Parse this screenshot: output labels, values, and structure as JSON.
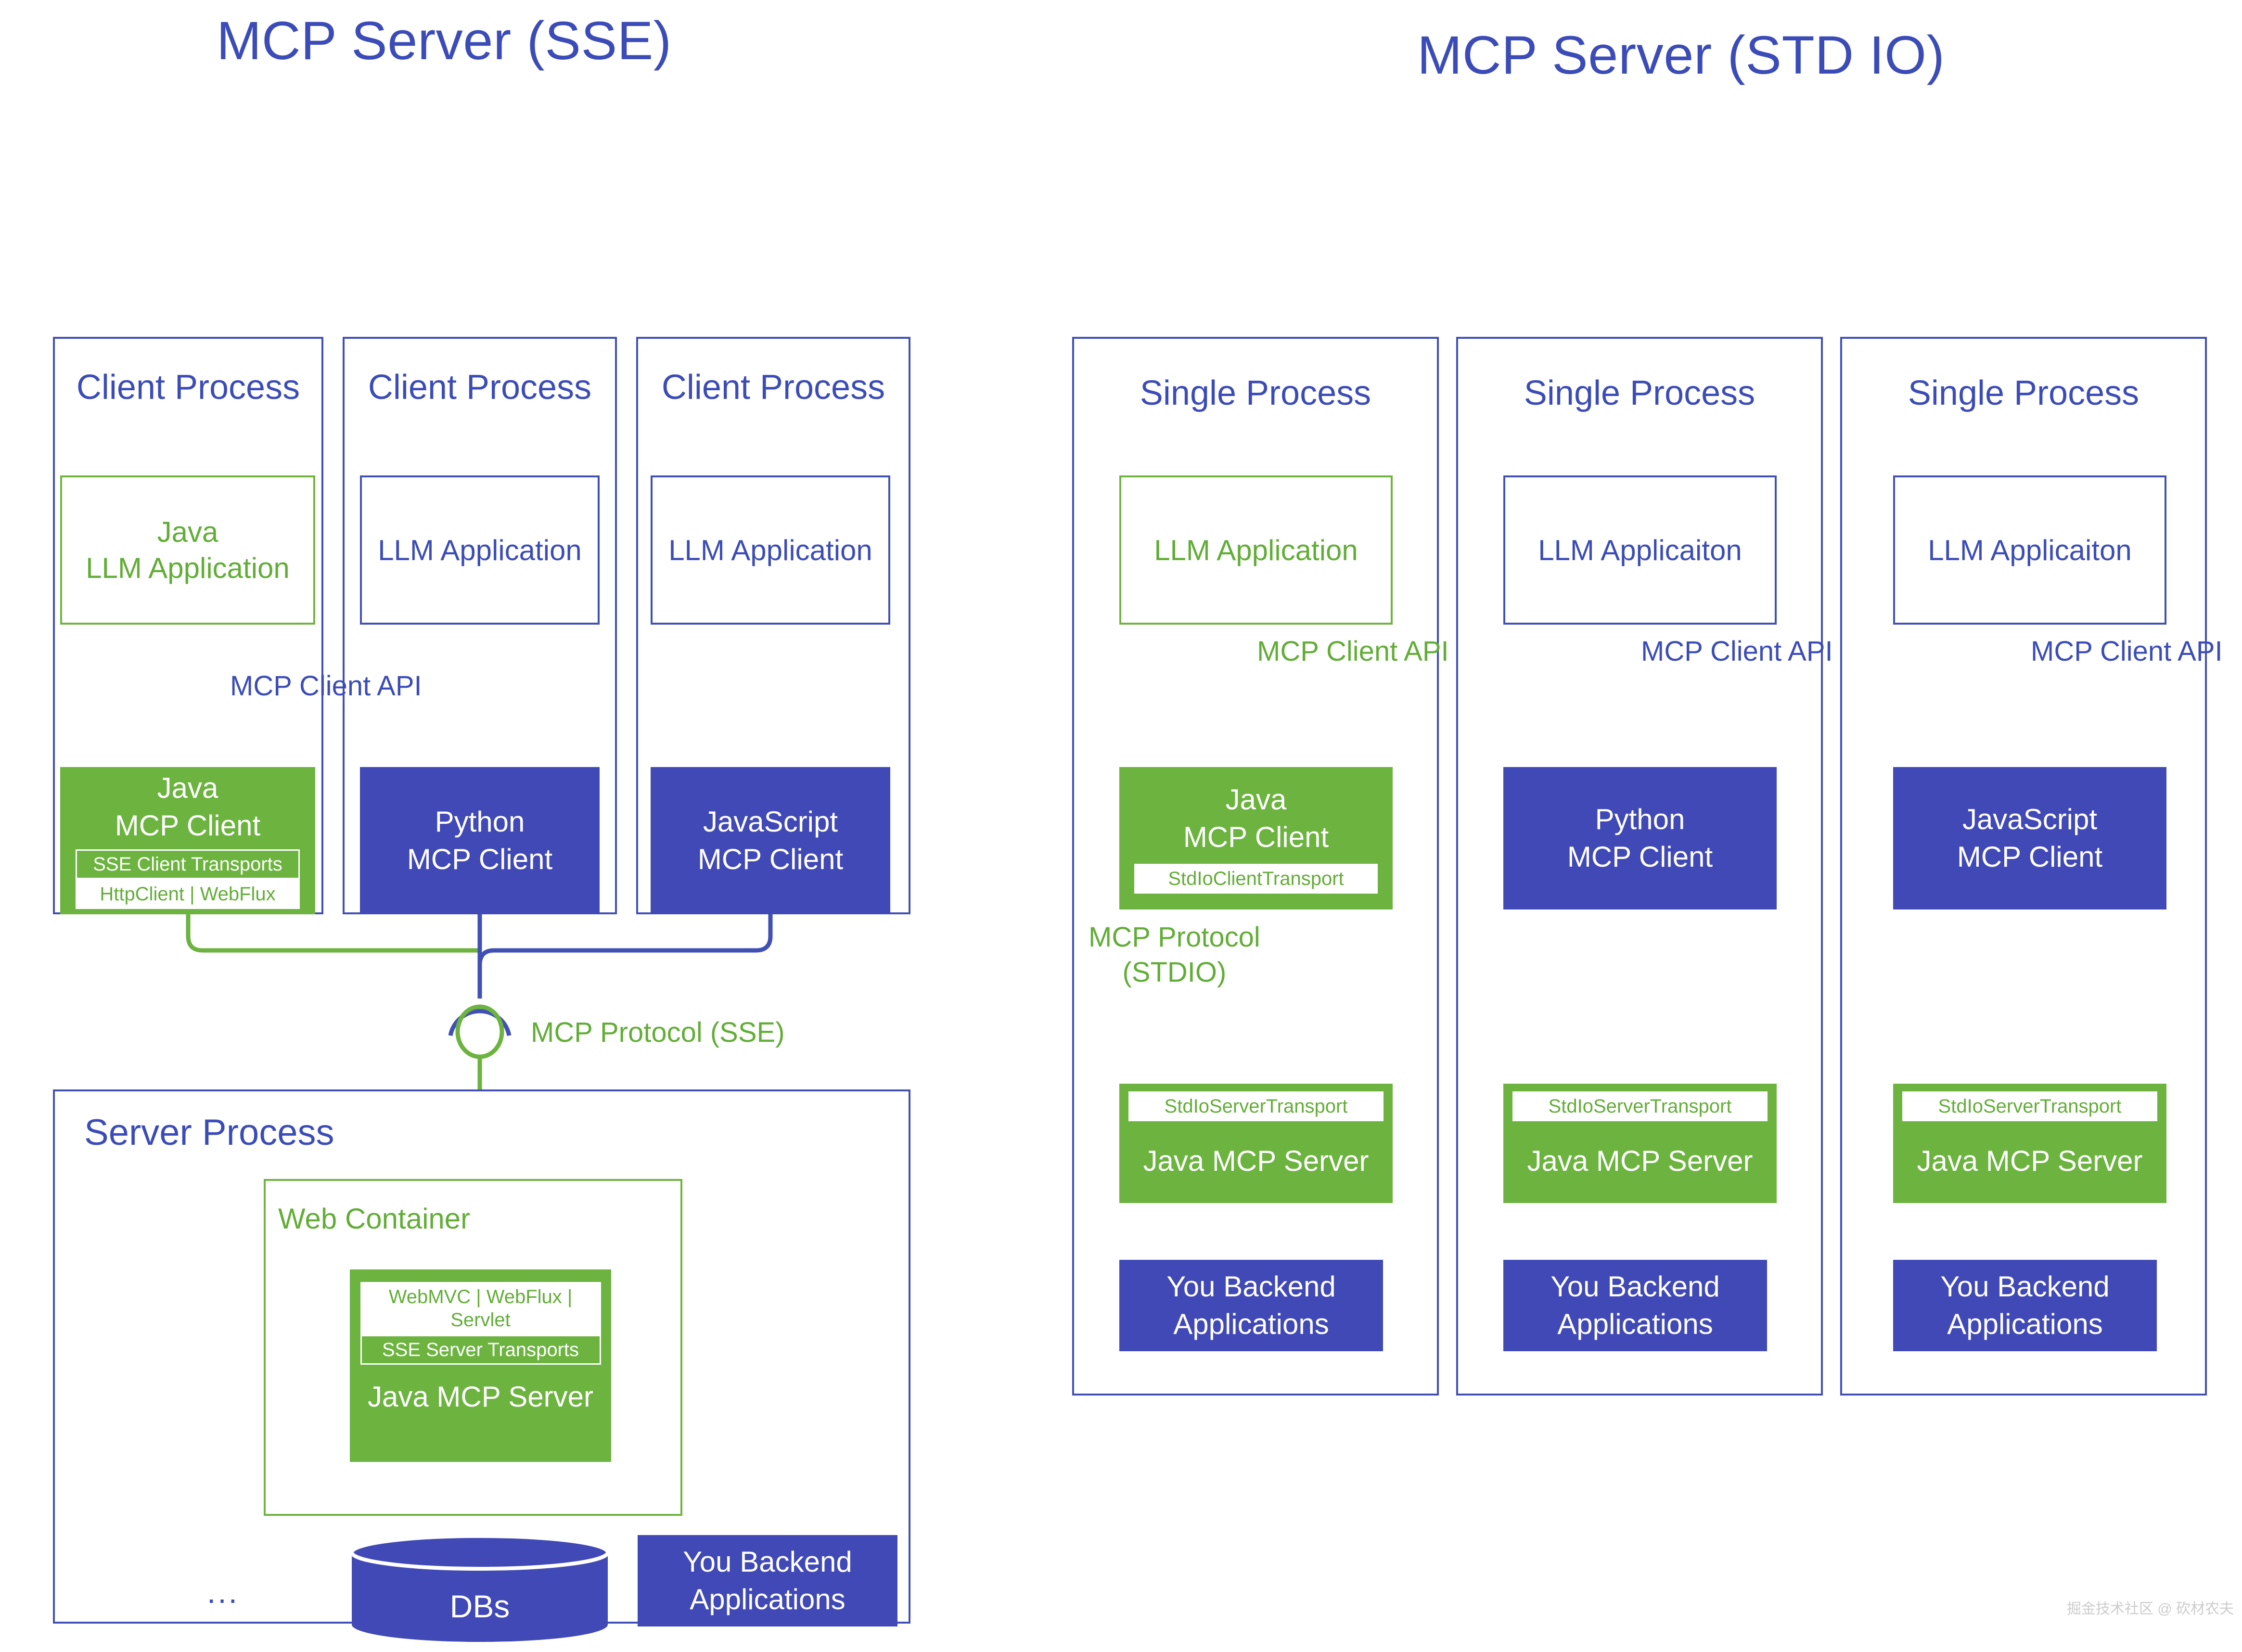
{
  "diagram": {
    "panels": [
      {
        "title": "MCP Server (SSE)",
        "processes": [
          {
            "label": "Client Process",
            "app": {
              "lines": [
                "Java",
                "LLM Application"
              ],
              "style": "green-outline"
            },
            "client": {
              "lines": [
                "Java",
                "MCP Client"
              ],
              "style": "green-fill",
              "strip_green": "SSE Client Transports",
              "strip_white": "HttpClient | WebFlux"
            }
          },
          {
            "label": "Client Process",
            "app": {
              "lines": [
                "LLM Application"
              ],
              "style": "blue-outline"
            },
            "client": {
              "lines": [
                "Python",
                "MCP Client"
              ],
              "style": "blue-fill"
            }
          },
          {
            "label": "Client Process",
            "app": {
              "lines": [
                "LLM Application"
              ],
              "style": "blue-outline"
            },
            "client": {
              "lines": [
                "JavaScript",
                "MCP Client"
              ],
              "style": "blue-fill"
            }
          }
        ],
        "client_api_label": "MCP Client API",
        "protocol_label": "MCP Protocol (SSE)",
        "server_process": {
          "label": "Server Process",
          "web_container_label": "Web Container",
          "server_box": {
            "strip_white": "WebMVC | WebFlux | Servlet",
            "strip_green": "SSE Server Transports",
            "title": "Java MCP Server"
          },
          "db_label": "DBs",
          "backend_lines": [
            "You Backend",
            "Applications"
          ],
          "ellipsis": "..."
        }
      },
      {
        "title": "MCP Server (STD IO)",
        "processes": [
          {
            "label": "Single Process",
            "app": {
              "lines": [
                "LLM Application"
              ],
              "style": "green-outline"
            },
            "client": {
              "lines": [
                "Java",
                "MCP Client"
              ],
              "style": "green-fill",
              "strip_white": "StdIoClientTransport"
            },
            "client_api_label": "MCP Client API",
            "protocol_label_lines": [
              "MCP Protocol",
              "(STDIO)"
            ],
            "server": {
              "strip_white": "StdIoServerTransport",
              "title": "Java MCP Server"
            },
            "backend_lines": [
              "You Backend",
              "Applications"
            ]
          },
          {
            "label": "Single Process",
            "app": {
              "lines": [
                "LLM Applicaiton"
              ],
              "style": "blue-outline"
            },
            "client": {
              "lines": [
                "Python",
                "MCP Client"
              ],
              "style": "blue-fill"
            },
            "client_api_label": "MCP Client API",
            "server": {
              "strip_white": "StdIoServerTransport",
              "title": "Java MCP Server"
            },
            "backend_lines": [
              "You Backend",
              "Applications"
            ]
          },
          {
            "label": "Single Process",
            "app": {
              "lines": [
                "LLM Applicaiton"
              ],
              "style": "blue-outline"
            },
            "client": {
              "lines": [
                "JavaScript",
                "MCP Client"
              ],
              "style": "blue-fill"
            },
            "client_api_label": "MCP Client API",
            "server": {
              "strip_white": "StdIoServerTransport",
              "title": "Java MCP Server"
            },
            "backend_lines": [
              "You Backend",
              "Applications"
            ]
          }
        ]
      }
    ],
    "watermark": "掘金技术社区 @ 砍材农夫",
    "colors": {
      "blue_fill": "#4049B5",
      "blue_stroke": "#4050B5",
      "blue_text": "#3B4CB8",
      "green_fill": "#6CB33F",
      "green_stroke": "#6FB43F",
      "green_text": "#62AD37",
      "background": "#FFFFFF"
    }
  }
}
